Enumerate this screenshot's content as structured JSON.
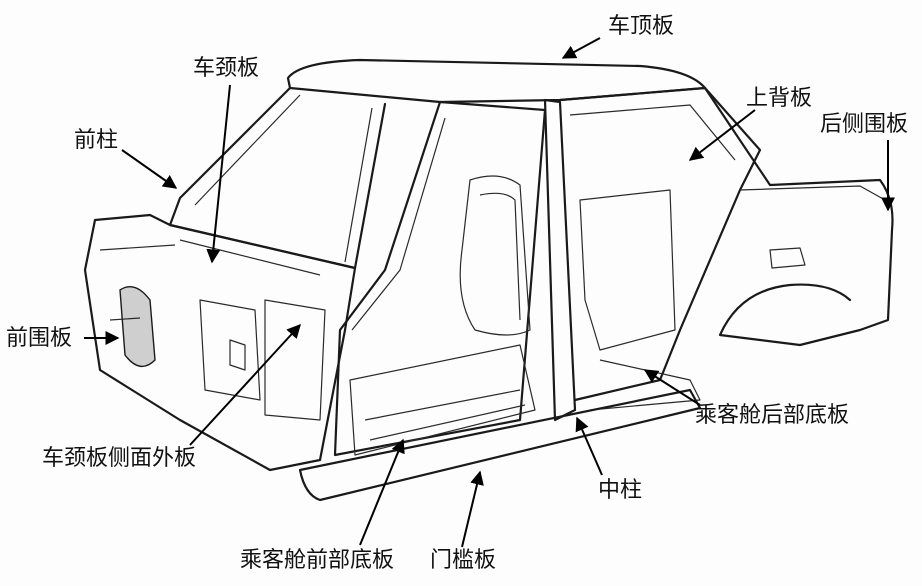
{
  "labels": {
    "roof_panel": "车顶板",
    "cowl_panel": "车颈板",
    "upper_back_panel": "上背板",
    "rear_quarter_panel": "后侧围板",
    "a_pillar": "前柱",
    "front_panel": "前围板",
    "cowl_side_outer_panel": "车颈板侧面外板",
    "rear_floor_panel": "乘客舱后部底板",
    "b_pillar": "中柱",
    "front_floor_panel": "乘客舱前部底板",
    "rocker_panel": "门槛板"
  },
  "colors": {
    "line": "#1a1a1a",
    "background": "#fdfdfd",
    "shade": "#cfcfcf"
  }
}
